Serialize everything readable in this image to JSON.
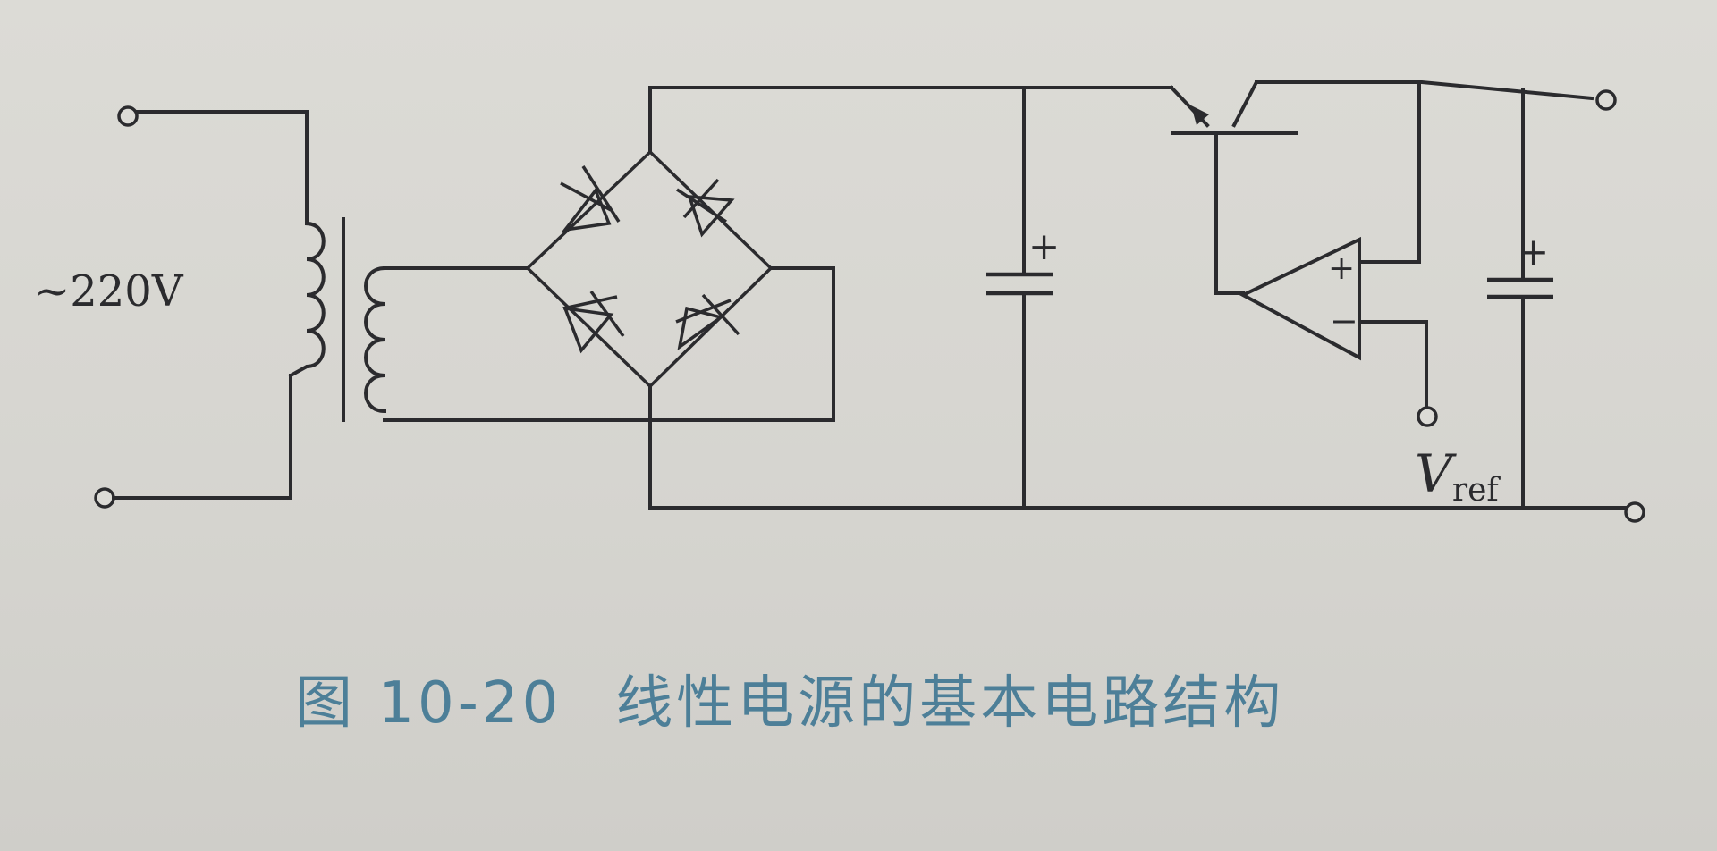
{
  "input_label": "~220V",
  "vref_main": "V",
  "vref_sub": "ref",
  "plus_sign": "+",
  "minus_sign": "−",
  "caption": {
    "figure_number": "图 10-20",
    "title": "线性电源的基本电路结构"
  },
  "colors": {
    "ink": "#2b2b2e",
    "caption": "#4d7f98",
    "paper": "#dcdbd6"
  }
}
